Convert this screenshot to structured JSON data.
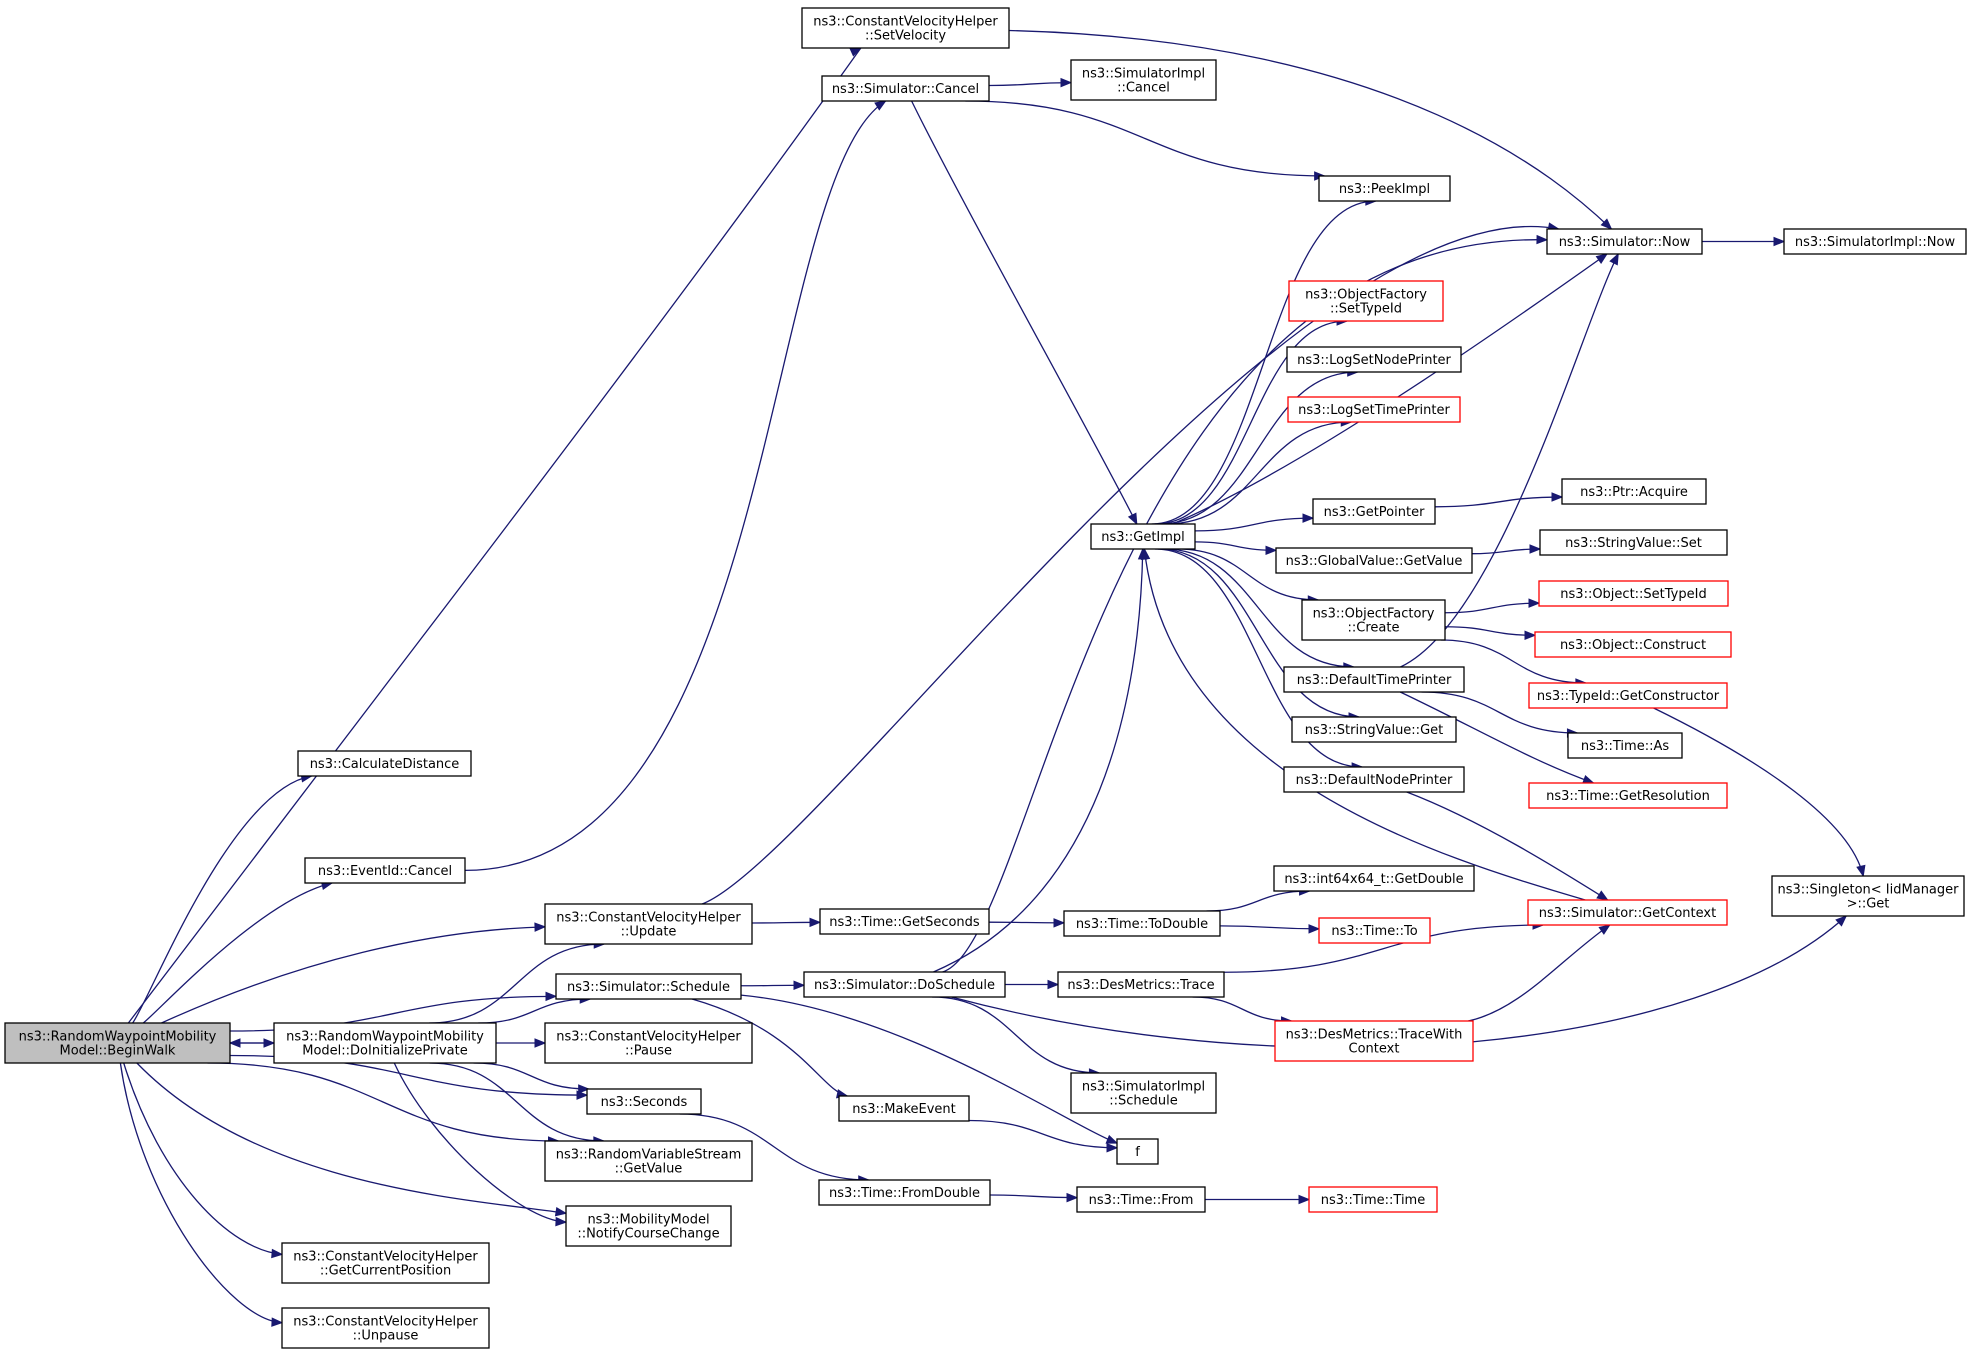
{
  "colors": {
    "edge": "#191970",
    "border": "#000000",
    "red_border": "#ff0000",
    "root_fill": "#bfbfbf"
  },
  "nodes": [
    {
      "id": "bw",
      "lines": [
        "ns3::RandomWaypointMobility",
        "Model::BeginWalk"
      ],
      "style": "root"
    },
    {
      "id": "cd",
      "lines": [
        "ns3::CalculateDistance"
      ]
    },
    {
      "id": "eic",
      "lines": [
        "ns3::EventId::Cancel"
      ]
    },
    {
      "id": "cvu",
      "lines": [
        "ns3::ConstantVelocityHelper",
        "::Update"
      ]
    },
    {
      "id": "ss",
      "lines": [
        "ns3::Simulator::Schedule"
      ]
    },
    {
      "id": "dip",
      "lines": [
        "ns3::RandomWaypointMobility",
        "Model::DoInitializePrivate"
      ]
    },
    {
      "id": "cvp",
      "lines": [
        "ns3::ConstantVelocityHelper",
        "::Pause"
      ]
    },
    {
      "id": "sec",
      "lines": [
        "ns3::Seconds"
      ]
    },
    {
      "id": "rvs",
      "lines": [
        "ns3::RandomVariableStream",
        "::GetValue"
      ]
    },
    {
      "id": "ncc",
      "lines": [
        "ns3::MobilityModel",
        "::NotifyCourseChange"
      ]
    },
    {
      "id": "gcp",
      "lines": [
        "ns3::ConstantVelocityHelper",
        "::GetCurrentPosition"
      ]
    },
    {
      "id": "unp",
      "lines": [
        "ns3::ConstantVelocityHelper",
        "::Unpause"
      ]
    },
    {
      "id": "sv",
      "lines": [
        "ns3::ConstantVelocityHelper",
        "::SetVelocity"
      ]
    },
    {
      "id": "sc",
      "lines": [
        "ns3::Simulator::Cancel"
      ]
    },
    {
      "id": "sic",
      "lines": [
        "ns3::SimulatorImpl",
        "::Cancel"
      ]
    },
    {
      "id": "pi",
      "lines": [
        "ns3::PeekImpl"
      ]
    },
    {
      "id": "sn",
      "lines": [
        "ns3::Simulator::Now"
      ]
    },
    {
      "id": "sin",
      "lines": [
        "ns3::SimulatorImpl::Now"
      ]
    },
    {
      "id": "gi",
      "lines": [
        "ns3::GetImpl"
      ]
    },
    {
      "id": "ofst",
      "lines": [
        "ns3::ObjectFactory",
        "::SetTypeId"
      ],
      "style": "red"
    },
    {
      "id": "lsnp",
      "lines": [
        "ns3::LogSetNodePrinter"
      ]
    },
    {
      "id": "lstp",
      "lines": [
        "ns3::LogSetTimePrinter"
      ],
      "style": "red"
    },
    {
      "id": "gp",
      "lines": [
        "ns3::GetPointer"
      ]
    },
    {
      "id": "pa",
      "lines": [
        "ns3::Ptr::Acquire"
      ]
    },
    {
      "id": "gvgv",
      "lines": [
        "ns3::GlobalValue::GetValue"
      ]
    },
    {
      "id": "svs",
      "lines": [
        "ns3::StringValue::Set"
      ]
    },
    {
      "id": "ofc",
      "lines": [
        "ns3::ObjectFactory",
        "::Create"
      ]
    },
    {
      "id": "ost",
      "lines": [
        "ns3::Object::SetTypeId"
      ],
      "style": "red"
    },
    {
      "id": "oc",
      "lines": [
        "ns3::Object::Construct"
      ],
      "style": "red"
    },
    {
      "id": "dtp",
      "lines": [
        "ns3::DefaultTimePrinter"
      ]
    },
    {
      "id": "tgc",
      "lines": [
        "ns3::TypeId::GetConstructor"
      ],
      "style": "red"
    },
    {
      "id": "svg",
      "lines": [
        "ns3::StringValue::Get"
      ]
    },
    {
      "id": "ta",
      "lines": [
        "ns3::Time::As"
      ]
    },
    {
      "id": "dnp",
      "lines": [
        "ns3::DefaultNodePrinter"
      ]
    },
    {
      "id": "tgr",
      "lines": [
        "ns3::Time::GetResolution"
      ],
      "style": "red"
    },
    {
      "id": "sg",
      "lines": [
        "ns3::Singleton< IidManager",
        ">::Get"
      ]
    },
    {
      "id": "i64",
      "lines": [
        "ns3::int64x64_t::GetDouble"
      ]
    },
    {
      "id": "sgc",
      "lines": [
        "ns3::Simulator::GetContext"
      ],
      "style": "red"
    },
    {
      "id": "tgs",
      "lines": [
        "ns3::Time::GetSeconds"
      ]
    },
    {
      "id": "ttd",
      "lines": [
        "ns3::Time::ToDouble"
      ]
    },
    {
      "id": "tto",
      "lines": [
        "ns3::Time::To"
      ],
      "style": "red"
    },
    {
      "id": "sds",
      "lines": [
        "ns3::Simulator::DoSchedule"
      ]
    },
    {
      "id": "dmt",
      "lines": [
        "ns3::DesMetrics::Trace"
      ]
    },
    {
      "id": "dmtc",
      "lines": [
        "ns3::DesMetrics::TraceWith",
        "Context"
      ],
      "style": "red"
    },
    {
      "id": "sis",
      "lines": [
        "ns3::SimulatorImpl",
        "::Schedule"
      ]
    },
    {
      "id": "me",
      "lines": [
        "ns3::MakeEvent"
      ]
    },
    {
      "id": "f",
      "lines": [
        "f"
      ]
    },
    {
      "id": "tfd",
      "lines": [
        "ns3::Time::FromDouble"
      ]
    },
    {
      "id": "tf",
      "lines": [
        "ns3::Time::From"
      ]
    },
    {
      "id": "tt",
      "lines": [
        "ns3::Time::Time"
      ],
      "style": "red"
    }
  ],
  "edges": [
    {
      "from": "bw",
      "to": "cd"
    },
    {
      "from": "bw",
      "to": "eic"
    },
    {
      "from": "bw",
      "to": "cvu"
    },
    {
      "from": "bw",
      "to": "ss"
    },
    {
      "from": "bw",
      "to": "dip"
    },
    {
      "from": "bw",
      "to": "sec"
    },
    {
      "from": "bw",
      "to": "rvs"
    },
    {
      "from": "bw",
      "to": "ncc"
    },
    {
      "from": "bw",
      "to": "gcp"
    },
    {
      "from": "bw",
      "to": "unp"
    },
    {
      "from": "bw",
      "to": "sv"
    },
    {
      "from": "dip",
      "to": "bw"
    },
    {
      "from": "dip",
      "to": "cvu"
    },
    {
      "from": "dip",
      "to": "ss"
    },
    {
      "from": "dip",
      "to": "cvp"
    },
    {
      "from": "dip",
      "to": "sec"
    },
    {
      "from": "dip",
      "to": "rvs"
    },
    {
      "from": "dip",
      "to": "ncc"
    },
    {
      "from": "eic",
      "to": "sc"
    },
    {
      "from": "sc",
      "to": "sic"
    },
    {
      "from": "sc",
      "to": "pi"
    },
    {
      "from": "sc",
      "to": "gi"
    },
    {
      "from": "sv",
      "to": "sn"
    },
    {
      "from": "sn",
      "to": "sin"
    },
    {
      "from": "cvu",
      "to": "tgs"
    },
    {
      "from": "cvu",
      "to": "sn"
    },
    {
      "from": "tgs",
      "to": "ttd"
    },
    {
      "from": "ttd",
      "to": "i64"
    },
    {
      "from": "ttd",
      "to": "tto"
    },
    {
      "from": "ss",
      "to": "sds"
    },
    {
      "from": "ss",
      "to": "me"
    },
    {
      "from": "ss",
      "to": "f"
    },
    {
      "from": "sds",
      "to": "sn"
    },
    {
      "from": "sds",
      "to": "gi"
    },
    {
      "from": "sds",
      "to": "dmt"
    },
    {
      "from": "sds",
      "to": "sis"
    },
    {
      "from": "sds",
      "to": "sg"
    },
    {
      "from": "dmt",
      "to": "sgc"
    },
    {
      "from": "dmt",
      "to": "dmtc"
    },
    {
      "from": "dmtc",
      "to": "sgc"
    },
    {
      "from": "me",
      "to": "f"
    },
    {
      "from": "sec",
      "to": "tfd"
    },
    {
      "from": "tfd",
      "to": "tf"
    },
    {
      "from": "tf",
      "to": "tt"
    },
    {
      "from": "gi",
      "to": "pi"
    },
    {
      "from": "gi",
      "to": "sn"
    },
    {
      "from": "gi",
      "to": "ofst"
    },
    {
      "from": "gi",
      "to": "lsnp"
    },
    {
      "from": "gi",
      "to": "lstp"
    },
    {
      "from": "gi",
      "to": "gp"
    },
    {
      "from": "gi",
      "to": "gvgv"
    },
    {
      "from": "gi",
      "to": "ofc"
    },
    {
      "from": "gi",
      "to": "dtp"
    },
    {
      "from": "gi",
      "to": "svg"
    },
    {
      "from": "gi",
      "to": "dnp"
    },
    {
      "from": "gp",
      "to": "pa"
    },
    {
      "from": "gvgv",
      "to": "svs"
    },
    {
      "from": "ofc",
      "to": "ost"
    },
    {
      "from": "ofc",
      "to": "oc"
    },
    {
      "from": "ofc",
      "to": "tgc"
    },
    {
      "from": "tgc",
      "to": "sg"
    },
    {
      "from": "dtp",
      "to": "sn"
    },
    {
      "from": "dtp",
      "to": "ta"
    },
    {
      "from": "dtp",
      "to": "tgr"
    },
    {
      "from": "dnp",
      "to": "sgc"
    },
    {
      "from": "sgc",
      "to": "gi"
    }
  ]
}
